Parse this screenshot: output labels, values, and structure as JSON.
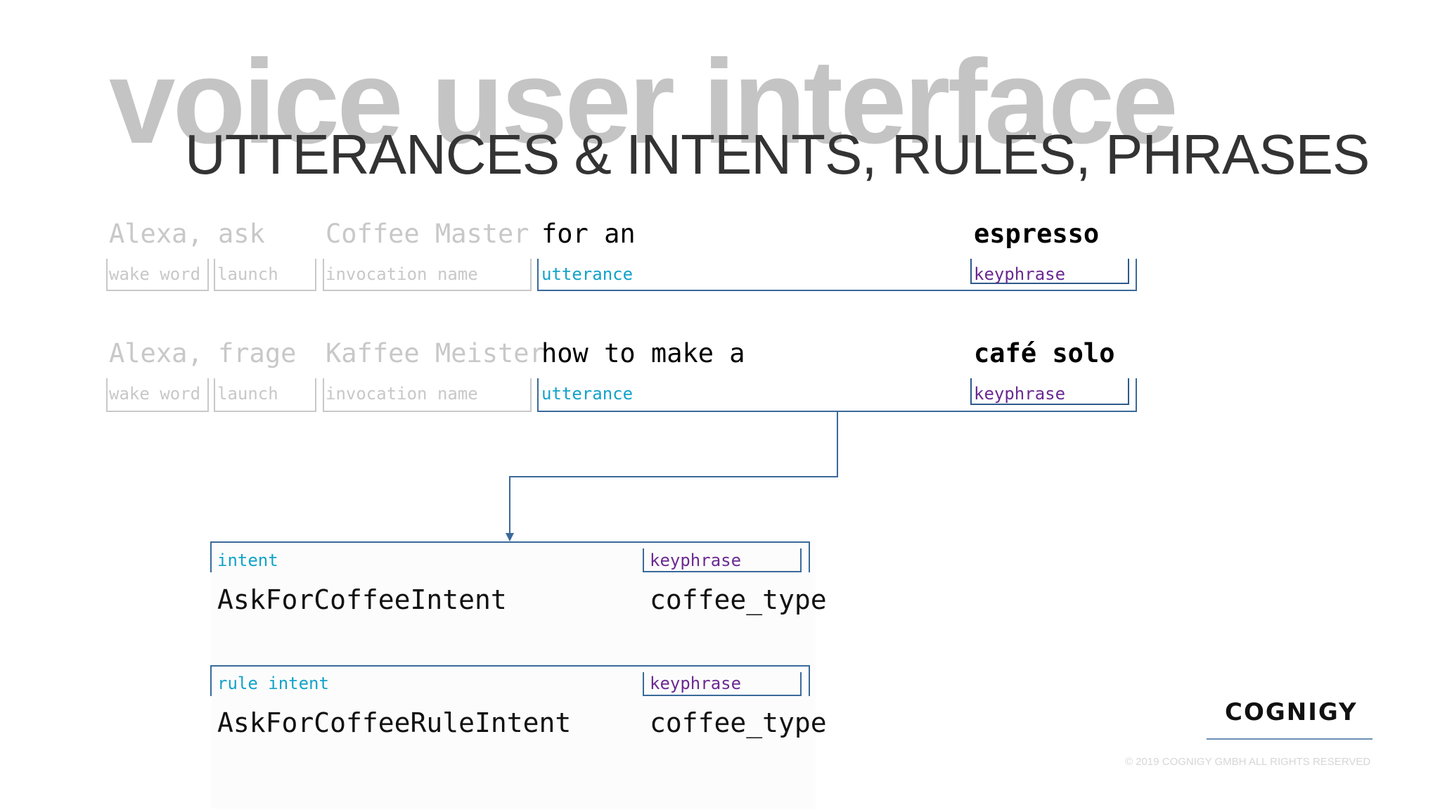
{
  "title": {
    "background": "voice user interface",
    "main": "UTTERANCES & INTENTS, RULES, PHRASES"
  },
  "rows": [
    {
      "words": {
        "wake": "Alexa,",
        "launch": "ask",
        "invocation": "Coffee Master",
        "utterance": "for an",
        "keyphrase": "espresso"
      },
      "tags": {
        "wake": "wake word",
        "launch": "launch",
        "invocation": "invocation name",
        "utterance": "utterance",
        "keyphrase": "keyphrase"
      }
    },
    {
      "words": {
        "wake": "Alexa,",
        "launch": "frage",
        "invocation": "Kaffee Meister",
        "utterance": "how to make a",
        "keyphrase": "café solo"
      },
      "tags": {
        "wake": "wake word",
        "launch": "launch",
        "invocation": "invocation name",
        "utterance": "utterance",
        "keyphrase": "keyphrase"
      }
    }
  ],
  "intents": [
    {
      "tag": "intent",
      "name": "AskForCoffeeIntent",
      "keyphrase_tag": "keyphrase",
      "slot": "coffee_type"
    },
    {
      "tag": "rule intent",
      "name": "AskForCoffeeRuleIntent",
      "keyphrase_tag": "keyphrase",
      "slot": "coffee_type"
    }
  ],
  "brand": {
    "logo": "COGNIGY",
    "copyright": "© 2019 COGNIGY GMBH ALL RIGHTS RESERVED"
  },
  "colors": {
    "accent_blue": "#13a3c9",
    "keyphrase_purple": "#6b2a91",
    "line_blue": "#3a6a9a",
    "faded_grey": "#c8c8c8"
  }
}
